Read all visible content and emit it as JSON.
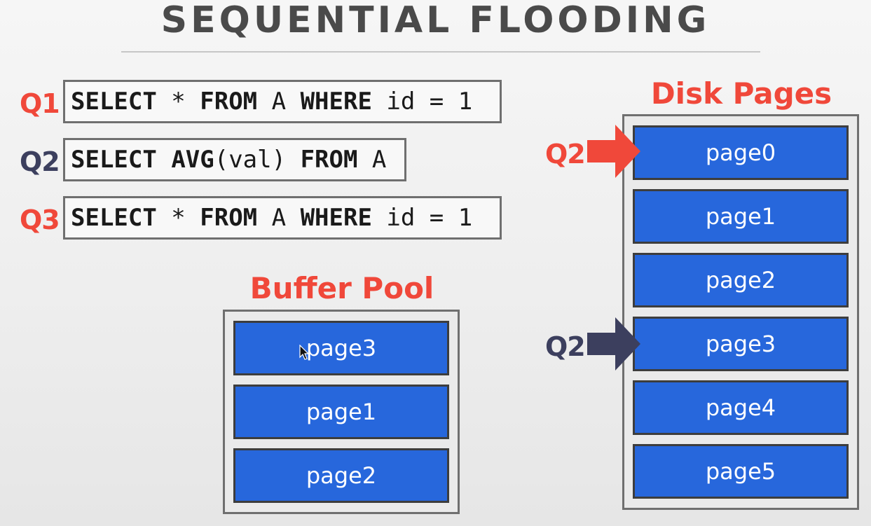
{
  "title": "SEQUENTIAL FLOODING",
  "queries": [
    {
      "label": "Q1",
      "label_color": "#f0483a",
      "tokens": [
        {
          "text": "SELECT",
          "bold": true
        },
        {
          "text": " * ",
          "bold": false
        },
        {
          "text": "FROM",
          "bold": true
        },
        {
          "text": " A ",
          "bold": false
        },
        {
          "text": "WHERE",
          "bold": true
        },
        {
          "text": " id = 1",
          "bold": false
        }
      ]
    },
    {
      "label": "Q2",
      "label_color": "#3c3f5e",
      "tokens": [
        {
          "text": "SELECT",
          "bold": true
        },
        {
          "text": " ",
          "bold": false
        },
        {
          "text": "AVG",
          "bold": true
        },
        {
          "text": "(val) ",
          "bold": false
        },
        {
          "text": "FROM",
          "bold": true
        },
        {
          "text": " A",
          "bold": false
        }
      ]
    },
    {
      "label": "Q3",
      "label_color": "#f0483a",
      "tokens": [
        {
          "text": "SELECT",
          "bold": true
        },
        {
          "text": " * ",
          "bold": false
        },
        {
          "text": "FROM",
          "bold": true
        },
        {
          "text": " A ",
          "bold": false
        },
        {
          "text": "WHERE",
          "bold": true
        },
        {
          "text": " id = 1",
          "bold": false
        }
      ]
    }
  ],
  "buffer_pool": {
    "heading": "Buffer Pool",
    "pages": [
      "page3",
      "page1",
      "page2"
    ]
  },
  "disk_pages": {
    "heading": "Disk Pages",
    "pages": [
      "page0",
      "page1",
      "page2",
      "page3",
      "page4",
      "page5"
    ]
  },
  "pointers": [
    {
      "label": "Q2",
      "target_page": "page0",
      "color": "#f0483a"
    },
    {
      "label": "Q2",
      "target_page": "page3",
      "color": "#3c3f5e"
    }
  ],
  "colors": {
    "accent_red": "#f0483a",
    "navy": "#3c3f5e",
    "page_blue": "#2767dc"
  },
  "icons": {
    "cursor": "mouse-pointer-icon"
  }
}
